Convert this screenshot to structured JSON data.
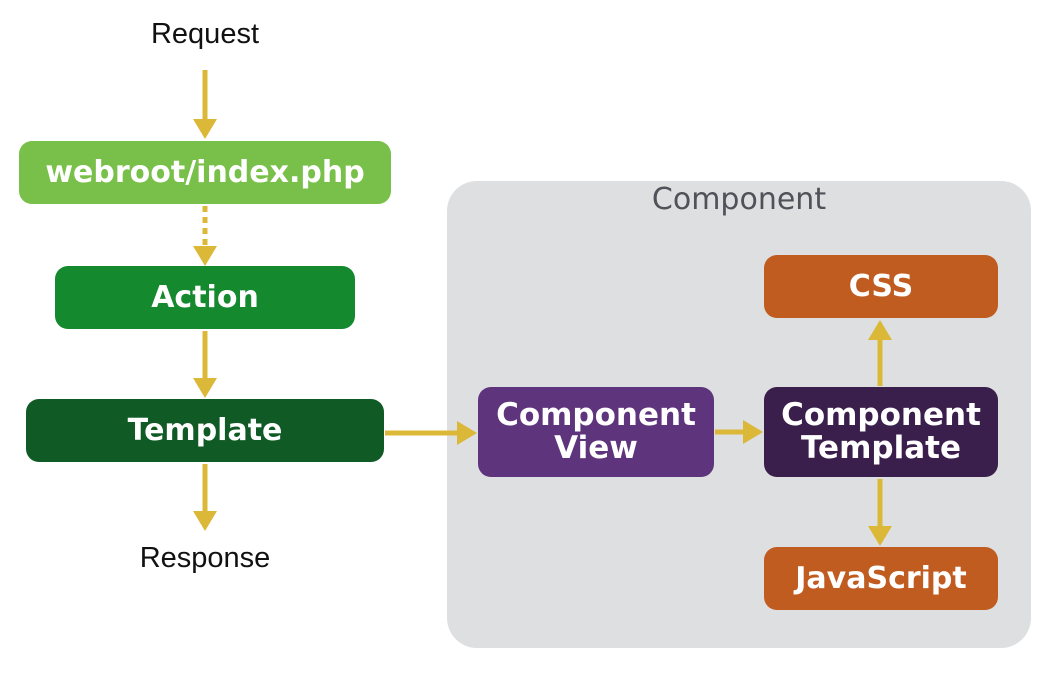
{
  "colors": {
    "arrow": "#dcb838",
    "webroot": "#79c04a",
    "action": "#15892e",
    "template": "#0f5a25",
    "component_view": "#5e347c",
    "component_template": "#3a1e4b",
    "asset": "#c15c21",
    "panel": "#dedfe1"
  },
  "labels": {
    "request": "Request",
    "response": "Response"
  },
  "nodes": {
    "webroot": "webroot/index.php",
    "action": "Action",
    "template": "Template",
    "component_view": {
      "line1": "Component",
      "line2": "View"
    },
    "component_template": {
      "line1": "Component",
      "line2": "Template"
    },
    "css": "CSS",
    "javascript": "JavaScript"
  },
  "group": {
    "title": "Component"
  }
}
